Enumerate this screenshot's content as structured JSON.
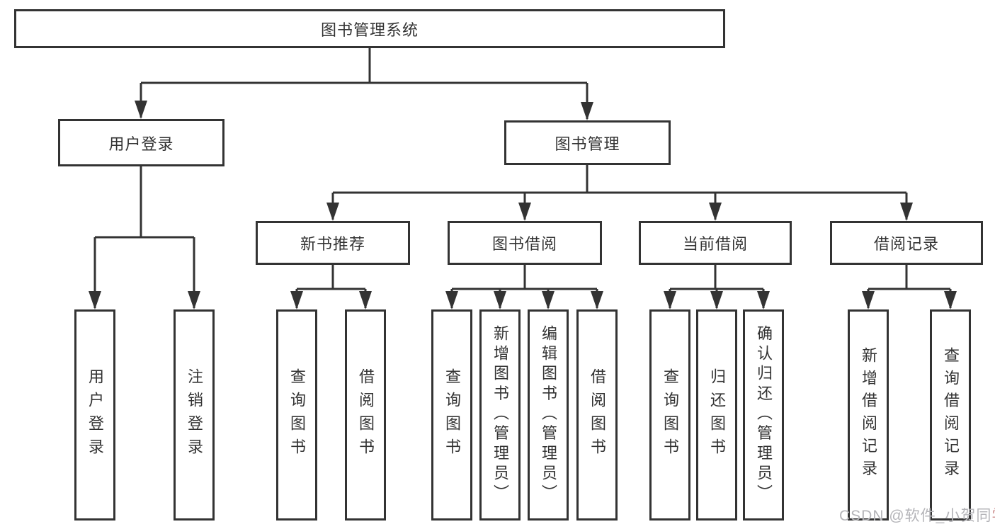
{
  "colors": {
    "line": "#333333",
    "box_border": "#333333",
    "text": "#333333",
    "watermark": "#b4b4b8",
    "watermark_accent": "#cf9494"
  },
  "tree": {
    "label": "图书管理系统",
    "children": [
      {
        "label": "用户登录",
        "children": [
          {
            "label": "用户登录"
          },
          {
            "label": "注销登录"
          }
        ]
      },
      {
        "label": "图书管理",
        "children": [
          {
            "label": "新书推荐",
            "children": [
              {
                "label": "查询图书"
              },
              {
                "label": "借阅图书"
              }
            ]
          },
          {
            "label": "图书借阅",
            "children": [
              {
                "label": "查询图书"
              },
              {
                "label": "新增图书（管理员）"
              },
              {
                "label": "编辑图书（管理员）"
              },
              {
                "label": "借阅图书"
              }
            ]
          },
          {
            "label": "当前借阅",
            "children": [
              {
                "label": "查询图书"
              },
              {
                "label": "归还图书"
              },
              {
                "label": "确认归还（管理员）"
              }
            ]
          },
          {
            "label": "借阅记录",
            "children": [
              {
                "label": "新增借阅记录"
              },
              {
                "label": "查询借阅记录"
              }
            ]
          }
        ]
      }
    ]
  },
  "watermark": {
    "prefix": "CSDN @软件_小贺同",
    "accent": "学"
  }
}
